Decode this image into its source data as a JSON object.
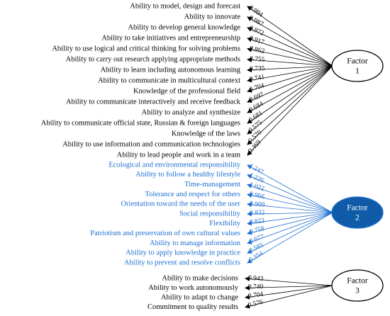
{
  "colors": {
    "black": "#000000",
    "blue": "#1f6fd1",
    "factor2_fill": "#0f5ba8",
    "white": "#ffffff"
  },
  "factors": [
    {
      "label_line1": "Factor",
      "label_line2": "1",
      "style": "outline",
      "items": [
        {
          "text": "Ability to model, design and forecast",
          "loading": "0.994"
        },
        {
          "text": "Ability to innovate",
          "loading": "0.987"
        },
        {
          "text": "Ability to develop general knowledge",
          "loading": "0.972"
        },
        {
          "text": "Ability to take initiatives and entrepreneurship",
          "loading": "0.917"
        },
        {
          "text": "Ability to use logical and critical thinking for solving problems",
          "loading": "0.862"
        },
        {
          "text": "Ability to carry out research applying appropriate methods",
          "loading": "0.755"
        },
        {
          "text": "Ability to learn including autonomous learning",
          "loading": "0.735"
        },
        {
          "text": "Ability to communicate in multicultural context",
          "loading": "0.741"
        },
        {
          "text": "Knowledge of the professional field",
          "loading": "0.704"
        },
        {
          "text": "Ability to communicate interactively and receive feedback",
          "loading": "0.697"
        },
        {
          "text": "Ability to analyze and synthesize",
          "loading": "0.684"
        },
        {
          "text": "Ability to communicate official  state, Russian & foreign languages",
          "loading": "0.681"
        },
        {
          "text": "Knowledge of the laws",
          "loading": "0.575"
        },
        {
          "text": "Ability to use information and communication technologies",
          "loading": "0.570"
        },
        {
          "text": "Ability to lead people and work in a team",
          "loading": "0.469"
        }
      ]
    },
    {
      "label_line1": "Factor",
      "label_line2": "2",
      "style": "filled",
      "items": [
        {
          "text": "Ecological and environmental responsibility",
          "loading": "1.247"
        },
        {
          "text": "Ability to follow a healthy lifestyle",
          "loading": "1.226"
        },
        {
          "text": "Time-management",
          "loading": "1.022"
        },
        {
          "text": "Tolerance and respect for others",
          "loading": "0.966"
        },
        {
          "text": "Orientation toward the needs of the user",
          "loading": "0.909"
        },
        {
          "text": "Social responsibility",
          "loading": "0.832"
        },
        {
          "text": "Flexibility",
          "loading": "0.822"
        },
        {
          "text": "Patriotism and preservation of own cultural values",
          "loading": "0.758"
        },
        {
          "text": "Ability to manage information",
          "loading": "0.677"
        },
        {
          "text": "Ability to apply knowledge in practice",
          "loading": "0.585"
        },
        {
          "text": "Ability to prevent and  resolve conflicts",
          "loading": "0.354"
        }
      ]
    },
    {
      "label_line1": "Factor",
      "label_line2": "3",
      "style": "outline",
      "items": [
        {
          "text": "Ability to make decisions",
          "loading": "0.943"
        },
        {
          "text": "Ability to work autonomously",
          "loading": "0.740"
        },
        {
          "text": "Ability to adapt to change",
          "loading": "0.704"
        },
        {
          "text": "Commitment to quality results",
          "loading": "0.576"
        }
      ]
    }
  ]
}
